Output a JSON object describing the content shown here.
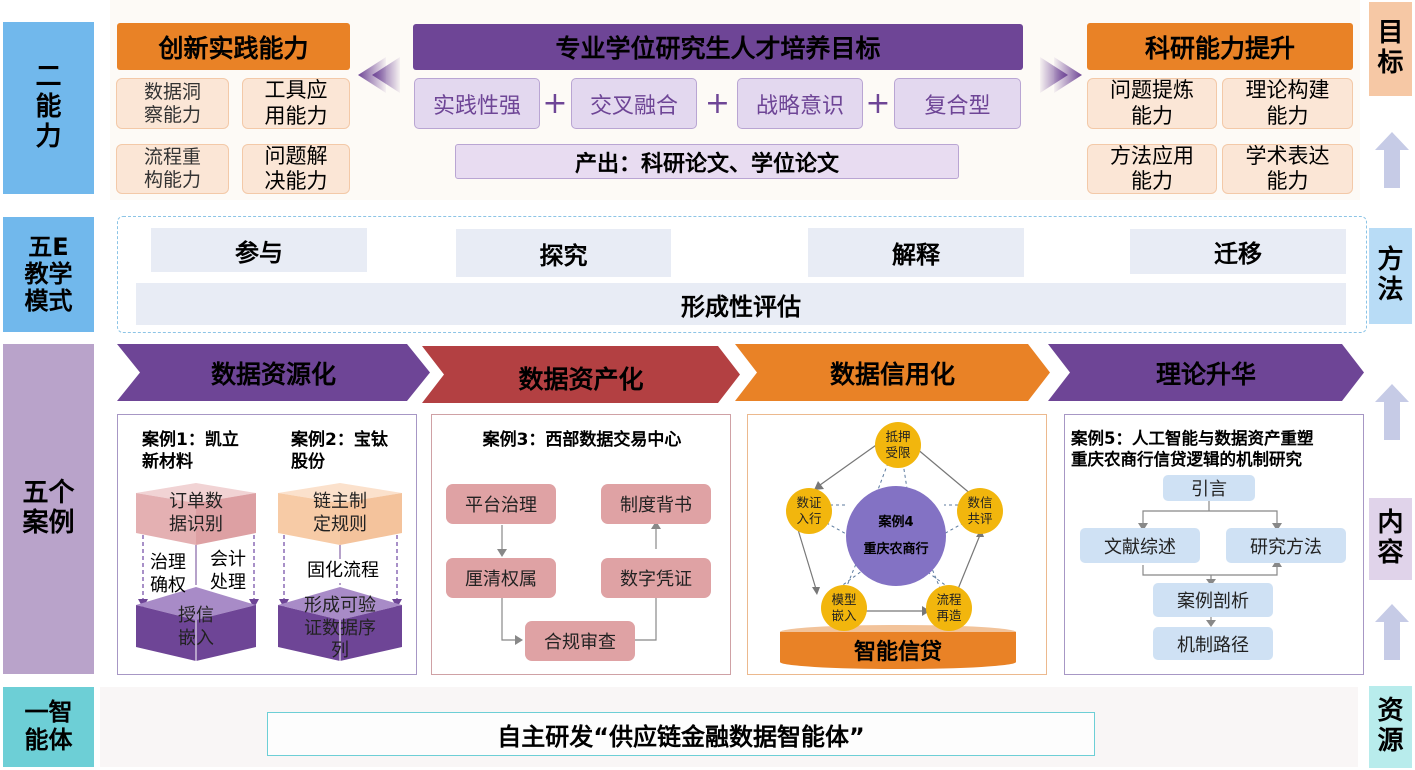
{
  "left_labels": {
    "ability": "二\n能\n力",
    "five_e": "五E\n教学\n模式",
    "cases": "五个\n案例",
    "agent": "一智\n能体"
  },
  "right_labels": {
    "goal": "目\n标",
    "method": "方\n法",
    "content": "内\n容",
    "resource": "资\n源"
  },
  "goals": {
    "innovation": {
      "title": "创新实践能力",
      "items": [
        "数据洞\n察能力",
        "工具应\n用能力",
        "流程重\n构能力",
        "问题解\n决能力"
      ]
    },
    "center": {
      "title": "专业学位研究生人才培养目标",
      "traits": [
        "实践性强",
        "交叉融合",
        "战略意识",
        "复合型"
      ],
      "plus": "+",
      "output": "产出：科研论文、学位论文"
    },
    "research": {
      "title": "科研能力提升",
      "items": [
        "问题提炼\n能力",
        "理论构建\n能力",
        "方法应用\n能力",
        "学术表达\n能力"
      ]
    }
  },
  "five_e": {
    "stages": [
      "参与",
      "探究",
      "解释",
      "迁移"
    ],
    "assessment": "形成性评估"
  },
  "phases": [
    {
      "label": "数据资源化",
      "color": "#6e4596"
    },
    {
      "label": "数据资产化",
      "color": "#b34042"
    },
    {
      "label": "数据信用化",
      "color": "#e98226"
    },
    {
      "label": "理论升华",
      "color": "#6e4596"
    }
  ],
  "case1": {
    "title": "案例1：凯立\n新材料",
    "top_cube": "订单数\n据识别",
    "left_step": "治理\n确权",
    "right_step": "会计\n处理",
    "bottom_cube": "授信\n嵌入"
  },
  "case2": {
    "title": "案例2：宝钛\n股份",
    "top_cube": "链主制\n定规则",
    "middle_step": "固化流程",
    "bottom_cube": "形成可验\n证数据序\n列"
  },
  "case3": {
    "title": "案例3：西部数据交易中心",
    "nodes": [
      "平台治理",
      "厘清权属",
      "合规审查",
      "数字凭证",
      "制度背书"
    ]
  },
  "case4": {
    "center_line1": "案例4",
    "center_line2": "重庆农商行",
    "nodes": [
      "抵押\n受限",
      "数信\n共评",
      "流程\n再造",
      "模型\n嵌入",
      "数证\n入行"
    ],
    "base": "智能信贷"
  },
  "case5": {
    "title": "案例5：人工智能与数据资产重塑\n重庆农商行信贷逻辑的机制研究",
    "nodes": [
      "引言",
      "文献综述",
      "研究方法",
      "案例剖析",
      "机制路径"
    ]
  },
  "agent": {
    "label": "自主研发“供应链金融数据智能体”"
  },
  "colors": {
    "orange": "#e98226",
    "purple": "#6e4596",
    "red": "#b34042",
    "gold": "#f2b60d",
    "sky": "#71b8ec",
    "teal": "#6dcfd6"
  }
}
